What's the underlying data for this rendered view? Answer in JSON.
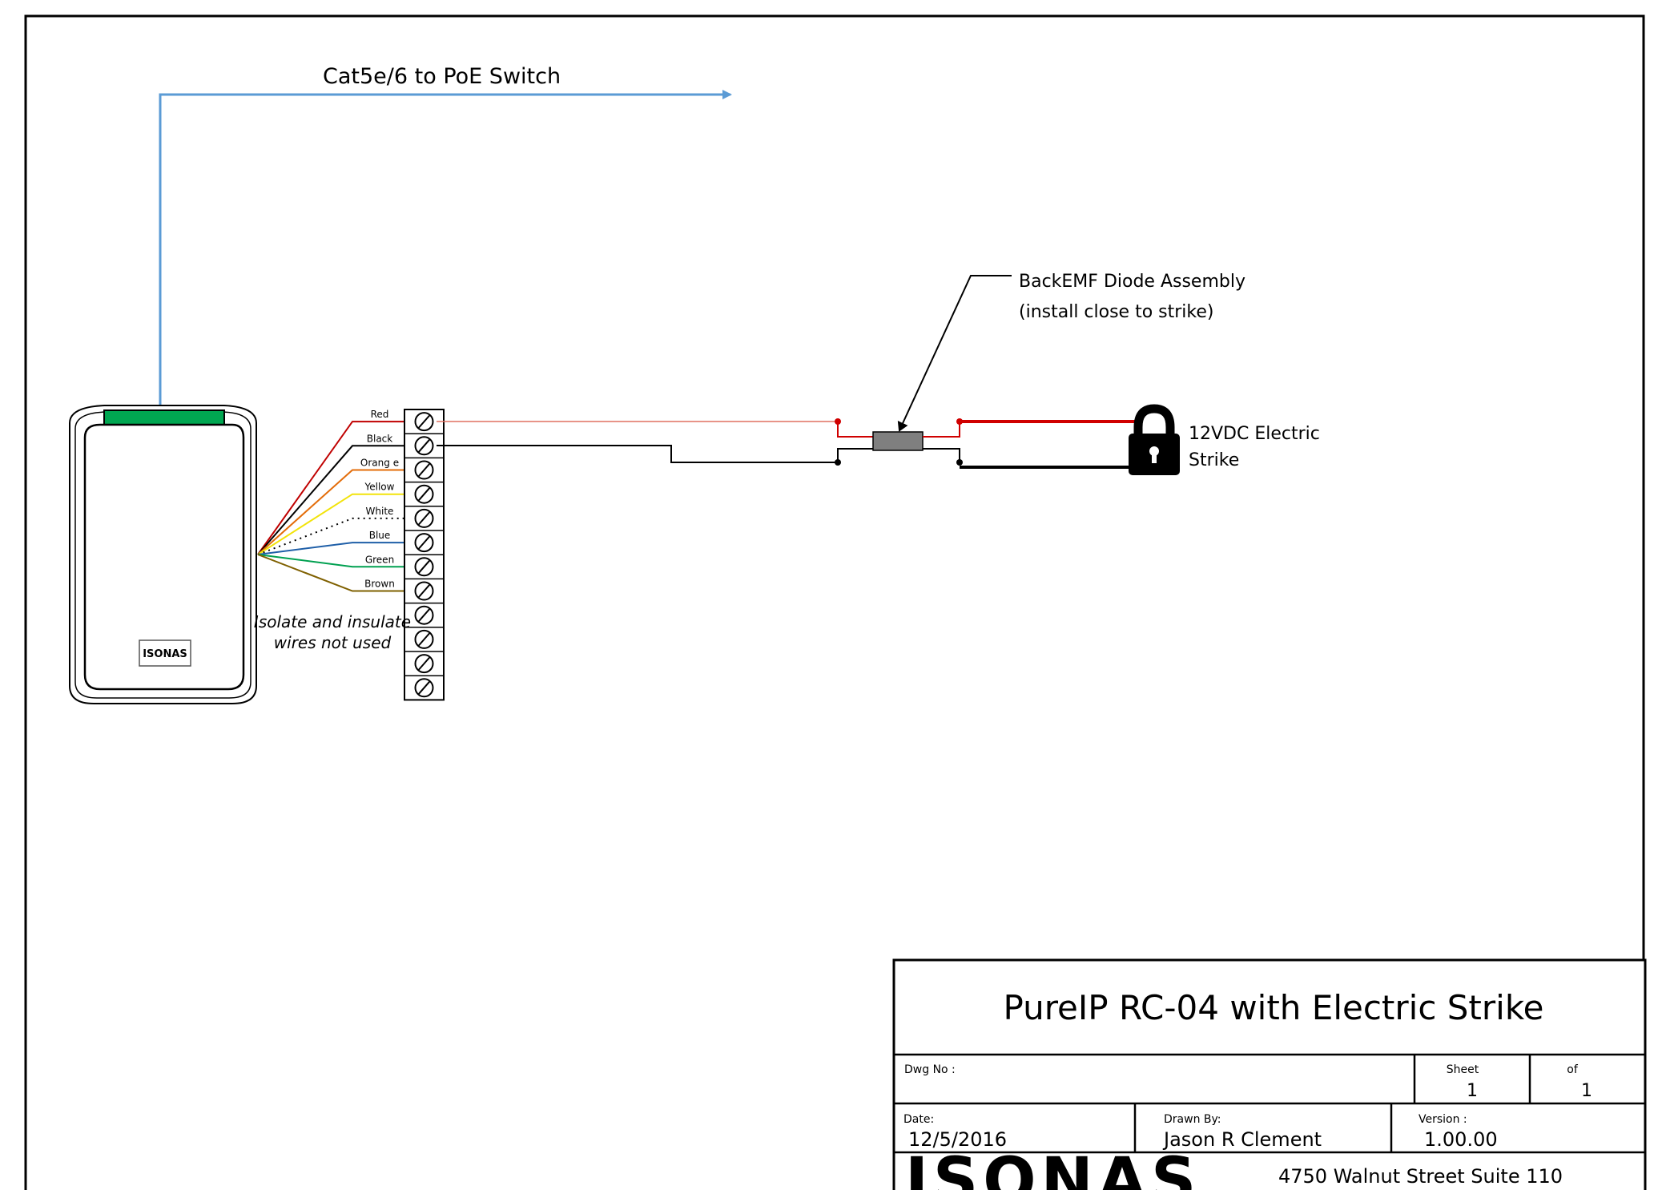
{
  "diagram": {
    "network_label": "Cat5e/6 to PoE Switch",
    "diode_label": [
      "BackEMF Diode Assembly",
      "(install close to strike)"
    ],
    "strike_label": [
      "12VDC Electric",
      "Strike"
    ],
    "unused_note": [
      "Isolate and insulate",
      "wires not used"
    ],
    "reader_logo": "ISONAS",
    "wires": [
      {
        "label": "Red",
        "color": "#c00000"
      },
      {
        "label": "Black",
        "color": "#000000"
      },
      {
        "label": "Orang e",
        "color": "#e36c09"
      },
      {
        "label": "Yellow",
        "color": "#f2e30a"
      },
      {
        "label": "White",
        "color": "#000000",
        "dotted": true
      },
      {
        "label": "Blue",
        "color": "#1f5fa8"
      },
      {
        "label": "Green",
        "color": "#00a050"
      },
      {
        "label": "Brown",
        "color": "#7f6000"
      }
    ],
    "terminal_count": 12
  },
  "title_block": {
    "title": "PureIP RC-04 with Electric Strike",
    "dwg_no_label": "Dwg No :",
    "dwg_no_value": "",
    "sheet_label": "Sheet",
    "sheet_value": "1",
    "of_label": "of",
    "of_value": "1",
    "date_label": "Date:",
    "date_value": "12/5/2016",
    "drawn_by_label": "Drawn By:",
    "drawn_by_value": "Jason R Clement",
    "version_label": "Version :",
    "version_value": "1.00.00",
    "company_logo": "ISONAS",
    "address": "4750 Walnut Street Suite 110"
  },
  "colors": {
    "network_line": "#5b9bd5",
    "reader_led": "#00a651",
    "power_red": "#d00000",
    "diode_body": "#7f7f7f"
  }
}
